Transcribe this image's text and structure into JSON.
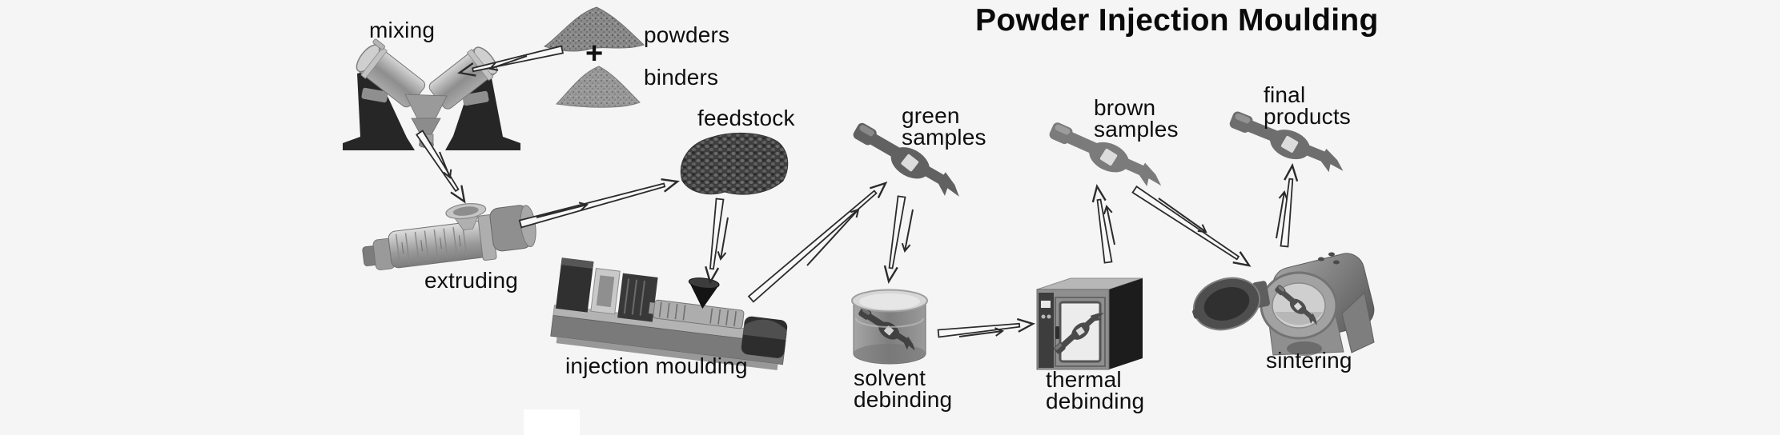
{
  "title": "Powder Injection Moulding",
  "stages": {
    "mixing": {
      "label": "mixing"
    },
    "powders": {
      "label": "powders"
    },
    "plus_sign": "+",
    "binders": {
      "label": "binders"
    },
    "feedstock": {
      "label": "feedstock"
    },
    "extruding": {
      "label": "extruding"
    },
    "injection_moulding": {
      "label": "injection moulding"
    },
    "green_samples": {
      "line1": "green",
      "line2": "samples"
    },
    "solvent_debinding": {
      "line1": "solvent",
      "line2": "debinding"
    },
    "thermal_debinding": {
      "line1": "thermal",
      "line2": "debinding"
    },
    "brown_samples": {
      "line1": "brown",
      "line2": "samples"
    },
    "sintering": {
      "label": "sintering"
    },
    "final_products": {
      "line1": "final",
      "line2": "products"
    }
  },
  "flow": [
    {
      "from": "powders + binders",
      "to": "mixing"
    },
    {
      "from": "mixing",
      "to": "extruding"
    },
    {
      "from": "extruding",
      "to": "feedstock"
    },
    {
      "from": "feedstock",
      "to": "injection moulding"
    },
    {
      "from": "injection moulding",
      "to": "green samples"
    },
    {
      "from": "green samples",
      "to": "solvent debinding"
    },
    {
      "from": "solvent debinding",
      "to": "thermal debinding"
    },
    {
      "from": "thermal debinding",
      "to": "brown samples"
    },
    {
      "from": "brown samples",
      "to": "sintering"
    },
    {
      "from": "sintering",
      "to": "final products"
    }
  ],
  "colors": {
    "background": "#f5f5f6",
    "text": "#0e0e0e",
    "arrow": "#2b2b2b",
    "machine_dark": "#2e2e2e",
    "machine_mid": "#8f8f8f",
    "machine_light": "#c8c8c8"
  }
}
